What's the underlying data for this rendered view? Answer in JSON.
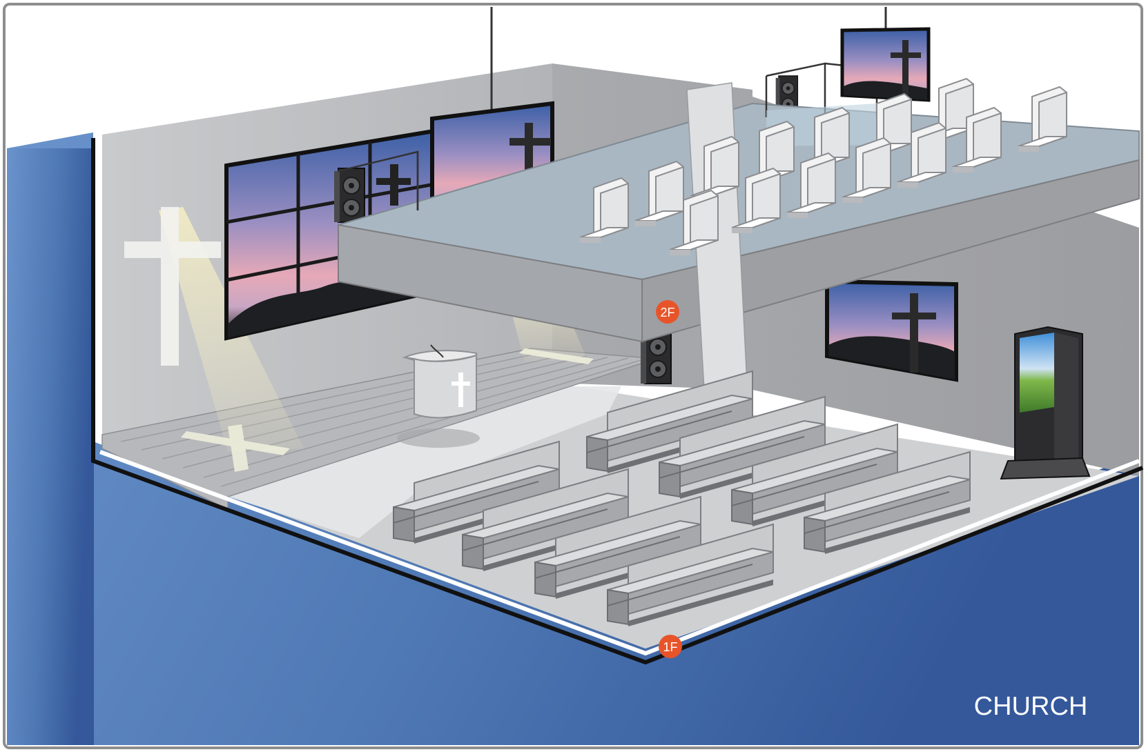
{
  "scene": {
    "title": "CHURCH",
    "floor_markers": {
      "first_floor": "1F",
      "second_floor": "2F"
    }
  },
  "colors": {
    "frame_border": "#8e8e8e",
    "backdrop_blue": "#4f79b4",
    "backdrop_blue_dark": "#34589a",
    "wall_grey": "#c4c5c7",
    "floor_grey": "#cfd0d2",
    "balcony_blue_grey": "#a9b7c2",
    "marker_orange": "#e8542a"
  },
  "icons": {
    "video_wall": "video-wall-icon",
    "display": "display-screen-icon",
    "speaker": "speaker-icon",
    "kiosk": "digital-signage-kiosk-icon",
    "pulpit": "pulpit-icon",
    "cross": "cross-icon",
    "pew": "pew-icon",
    "seat": "seat-icon"
  }
}
